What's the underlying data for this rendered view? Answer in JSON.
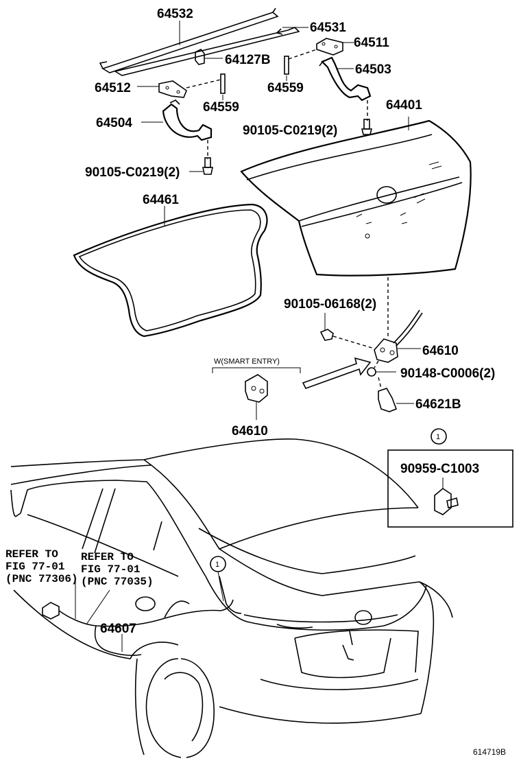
{
  "parts": {
    "p64532": "64532",
    "p64531": "64531",
    "p64511": "64511",
    "p64127b": "64127B",
    "p64503": "64503",
    "p64512": "64512",
    "p64559_left": "64559",
    "p64559_right": "64559",
    "p64504": "64504",
    "p64401": "64401",
    "p90105_c0219_right": "90105-C0219(2)",
    "p90105_c0219_left": "90105-C0219(2)",
    "p64461": "64461",
    "p90105_06168": "90105-06168(2)",
    "p64610_right": "64610",
    "p90148_c0006": "90148-C0006(2)",
    "p64621b": "64621B",
    "p64610_smart": "64610",
    "p90959_c1003": "90959-C1003",
    "p64607": "64607"
  },
  "smart_entry_label": "W(SMART ENTRY)",
  "callout_marker": "1",
  "references": {
    "ref1_line1": "REFER TO",
    "ref1_line2": "FIG 77-01",
    "ref1_line3": "(PNC 77306)",
    "ref2_line1": "REFER TO",
    "ref2_line2": "FIG 77-01",
    "ref2_line3": "(PNC 77035)"
  },
  "figure_id": "614719B"
}
